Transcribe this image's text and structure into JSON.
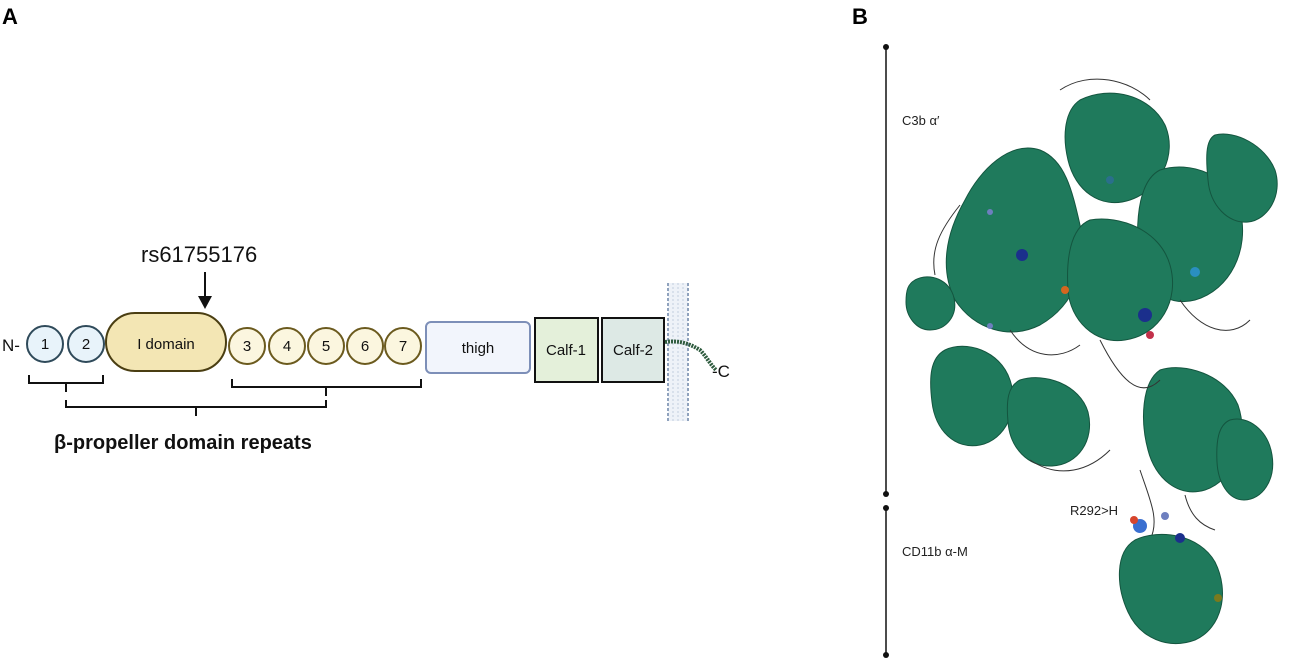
{
  "panels": {
    "a": "A",
    "b": "B"
  },
  "domain_diagram": {
    "n_terminus": "N-",
    "c_terminus": "-C",
    "variant": "rs61755176",
    "propeller_repeats_left": [
      "1",
      "2"
    ],
    "i_domain": "I domain",
    "propeller_repeats_right": [
      "3",
      "4",
      "5",
      "6",
      "7"
    ],
    "thigh": "thigh",
    "calf1": "Calf-1",
    "calf2": "Calf-2",
    "bracket_caption": "β-propeller domain repeats",
    "colors": {
      "repeat_left_fill": "#e8f3fa",
      "repeat_left_stroke": "#2f4a5a",
      "i_domain_fill": "#f3e6b4",
      "repeat_right_fill": "#fbf6df",
      "repeat_right_stroke": "#6b5a1e",
      "thigh_fill": "#f2f5fc",
      "thigh_stroke": "#7d8fb8",
      "calf1_fill": "#e4f0da",
      "calf2_fill": "#dde9e5",
      "membrane": "#a9b8cc",
      "tail": "#2d5a3d"
    }
  },
  "structure": {
    "c3b_label": "C3b α′",
    "cd11b_label": "CD11b α-M",
    "mutation_label": "R292>H",
    "ribbon_color": "#1f7a5c"
  }
}
